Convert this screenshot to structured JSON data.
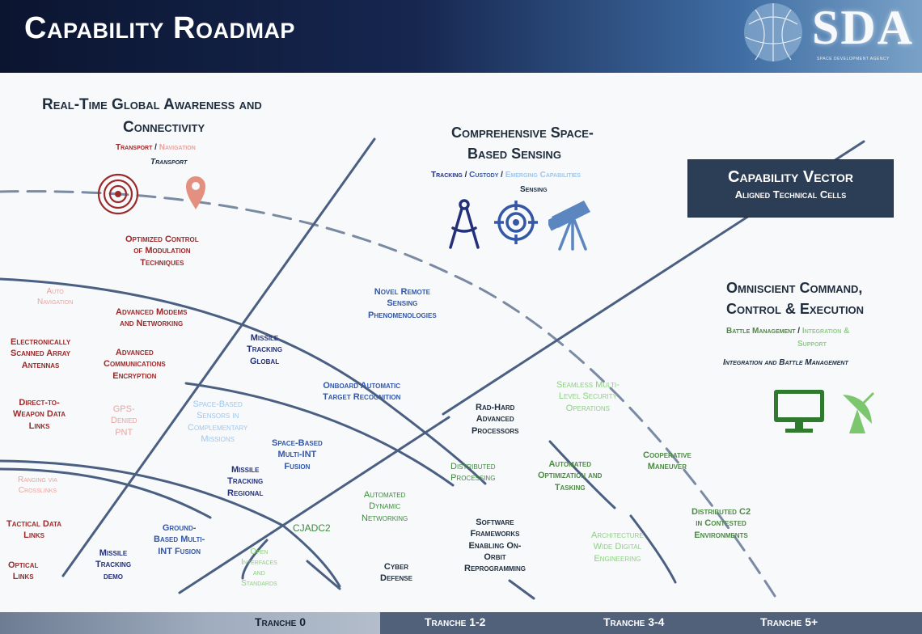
{
  "header": {
    "title": "Capability Roadmap",
    "logo_text": "SDA",
    "logo_subtitle": "SPACE DEVELOPMENT AGENCY"
  },
  "capability_vector": {
    "title": "Capability Vector",
    "subtitle": "Aligned Technical Cells"
  },
  "sections": {
    "awareness": {
      "heading_line1": "Real-Time Global Awareness and",
      "heading_line2": "Connectivity",
      "cells_a": "Transport",
      "cells_sep": "/",
      "cells_b": "Navigation",
      "vector": "Transport"
    },
    "sensing": {
      "heading_line1": "Comprehensive Space-",
      "heading_line2": "Based Sensing",
      "cells_a": "Tracking",
      "cells_sep1": "/",
      "cells_b": "Custody",
      "cells_sep2": "/",
      "cells_c": "Emerging Capabilities",
      "vector": "Sensing"
    },
    "command": {
      "heading_line1": "Omniscient Command,",
      "heading_line2": "Control & Execution",
      "cells_a": "Battle Management",
      "cells_sep": "/",
      "cells_b": "Integration &",
      "cells_c": "Support",
      "vector": "Integration and Battle Management"
    }
  },
  "capabilities": {
    "optimized_control": [
      "Optimized Control",
      "of Modulation",
      "Techniques"
    ],
    "auto_navigation": [
      "Auto",
      "Navigation"
    ],
    "advanced_modems": [
      "Advanced Modems",
      "and Networking"
    ],
    "esa_antennas": [
      "Electronically",
      "Scanned Array",
      "Antennas"
    ],
    "advanced_comms": [
      "Advanced",
      "Communications",
      "Encryption"
    ],
    "direct_to_weapon": [
      "Direct-to-",
      "Weapon Data",
      "Links"
    ],
    "gps_denied": [
      "GPS-",
      "Denied",
      "PNT"
    ],
    "ranging": [
      "Ranging via",
      "Crosslinks"
    ],
    "tactical_data": [
      "Tactical Data",
      "Links"
    ],
    "optical_links": [
      "Optical",
      "Links"
    ],
    "missile_global": [
      "Missile",
      "Tracking",
      "Global"
    ],
    "novel_remote": [
      "Novel Remote",
      "Sensing",
      "Phenomenologies"
    ],
    "onboard_atr": [
      "Onboard Automatic",
      "Target Recognition"
    ],
    "space_based_sensors": [
      "Space-Based",
      "Sensors in",
      "Complementary",
      "Missions"
    ],
    "multi_int_fusion": [
      "Space-Based",
      "Multi-INT",
      "Fusion"
    ],
    "missile_regional": [
      "Missile",
      "Tracking",
      "Regional"
    ],
    "ground_multi_int": [
      "Ground-",
      "Based Multi-",
      "INT Fusion"
    ],
    "missile_demo": [
      "Missile",
      "Tracking",
      "demo"
    ],
    "rad_hard": [
      "Rad-Hard",
      "Advanced",
      "Processors"
    ],
    "seamless_mls": [
      "Seamless Multi-",
      "Level Security",
      "Operations"
    ],
    "distributed_processing": [
      "Distributed",
      "Processing"
    ],
    "automated_opt": [
      "Automated",
      "Optimization and",
      "Tasking"
    ],
    "cooperative_maneuver": [
      "Cooperative",
      "Maneuver"
    ],
    "automated_dynamic": [
      "Automated",
      "Dynamic",
      "Networking"
    ],
    "cjadc2": [
      "CJADC2"
    ],
    "open_interfaces": [
      "Open",
      "Interfaces",
      "and",
      "Standards"
    ],
    "software_frameworks": [
      "Software",
      "Frameworks",
      "Enabling On-",
      "Orbit",
      "Reprogramming"
    ],
    "cyber_defense": [
      "Cyber",
      "Defense"
    ],
    "architecture_engineering": [
      "Architecture",
      "Wide Digital",
      "Engineering"
    ],
    "distributed_c2": [
      "Distributed C2",
      "in Contested",
      "Environments"
    ]
  },
  "tranches": [
    "Tranche 0",
    "Tranche 1-2",
    "Tranche 3-4",
    "Tranche 5+"
  ],
  "colors": {
    "header_dark": "#0b1530",
    "red": "#9b2a2a",
    "pink": "#e8a4a0",
    "navy": "#24307a",
    "blue": "#3457a6",
    "light_blue": "#a3c6ea",
    "green": "#3d8a3d",
    "light_green": "#8bd17e",
    "box": "#2c3e55",
    "footer": "#51617a"
  },
  "icons": [
    "radar-target-icon",
    "map-pin-icon",
    "compass-icon",
    "crosshair-icon",
    "telescope-icon",
    "monitor-icon",
    "satellite-dish-icon"
  ]
}
